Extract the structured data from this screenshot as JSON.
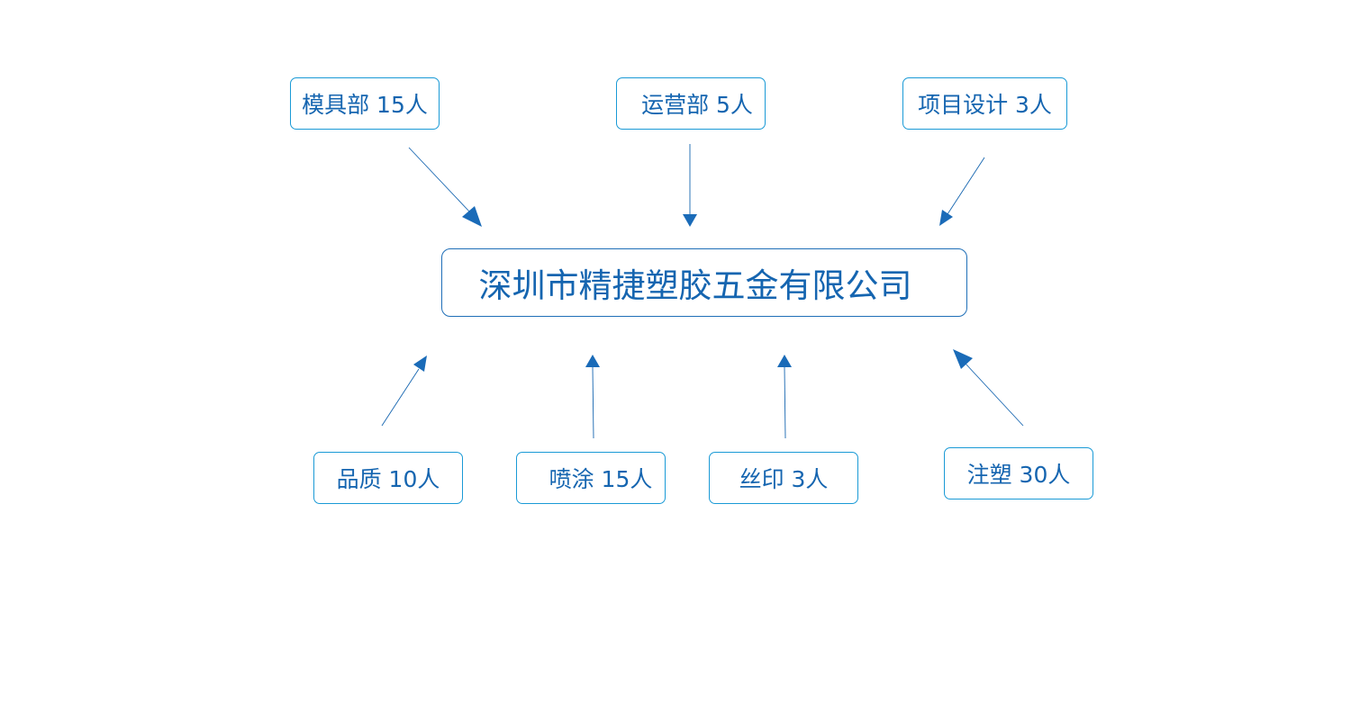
{
  "center": {
    "label": "深圳市精捷塑胶五金有限公司"
  },
  "departments_top": [
    {
      "label": "模具部 15人"
    },
    {
      "label": "运营部 5人"
    },
    {
      "label": "项目设计 3人"
    }
  ],
  "departments_bottom": [
    {
      "label": "品质 10人"
    },
    {
      "label": "喷涂 15人"
    },
    {
      "label": "丝印 3人"
    },
    {
      "label": "注塑 30人"
    }
  ],
  "colors": {
    "box_border": "#1a9ad6",
    "text": "#1565b0",
    "arrow": "#1a6bb8"
  }
}
